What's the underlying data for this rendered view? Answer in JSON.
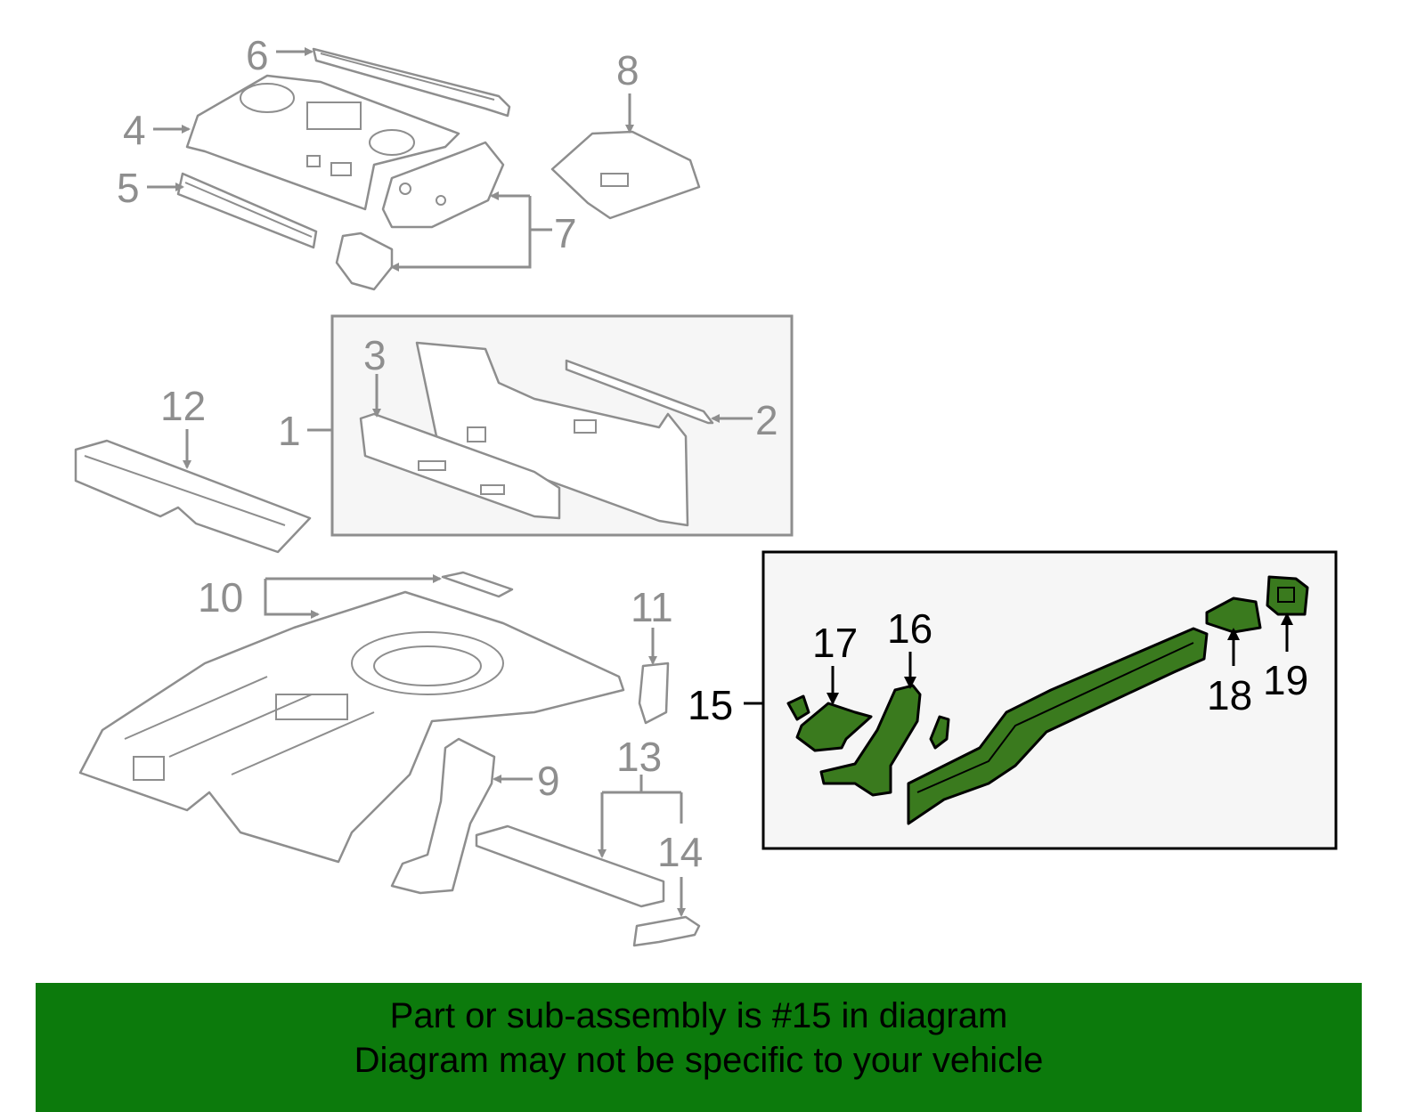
{
  "callouts": {
    "c1": "1",
    "c2": "2",
    "c3": "3",
    "c4": "4",
    "c5": "5",
    "c6": "6",
    "c7": "7",
    "c8": "8",
    "c9": "9",
    "c10": "10",
    "c11": "11",
    "c12": "12",
    "c13": "13",
    "c14": "14",
    "c15": "15",
    "c16": "16",
    "c17": "17",
    "c18": "18",
    "c19": "19"
  },
  "banner": {
    "line1": "Part or sub-assembly is #15 in diagram",
    "line2": "Diagram may not be specific to your vehicle"
  },
  "colors": {
    "highlight": "#3a7a1e",
    "banner": "#0c7a0c",
    "callout_gray": "#8e8e8e"
  }
}
